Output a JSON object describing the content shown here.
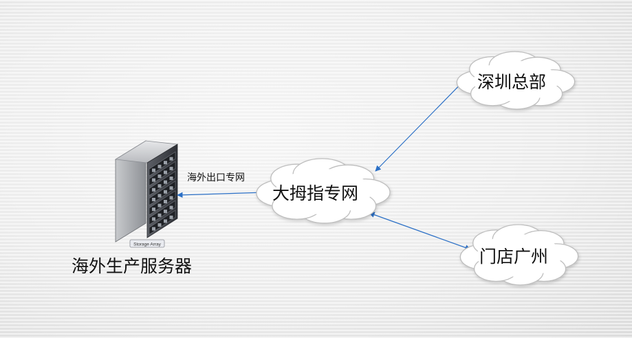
{
  "nodes": {
    "server": {
      "label": "海外生产服务器",
      "badge": "Storage Array"
    },
    "core": {
      "label": "大拇指专网"
    },
    "hq": {
      "label": "深圳总部"
    },
    "store": {
      "label": "门店广州"
    }
  },
  "links": {
    "server_core": {
      "label": "海外出口专网"
    }
  },
  "colors": {
    "arrow": "#2a6fc6",
    "cloud_fill": "#ffffff",
    "cloud_stroke": "#bdbdbd"
  }
}
